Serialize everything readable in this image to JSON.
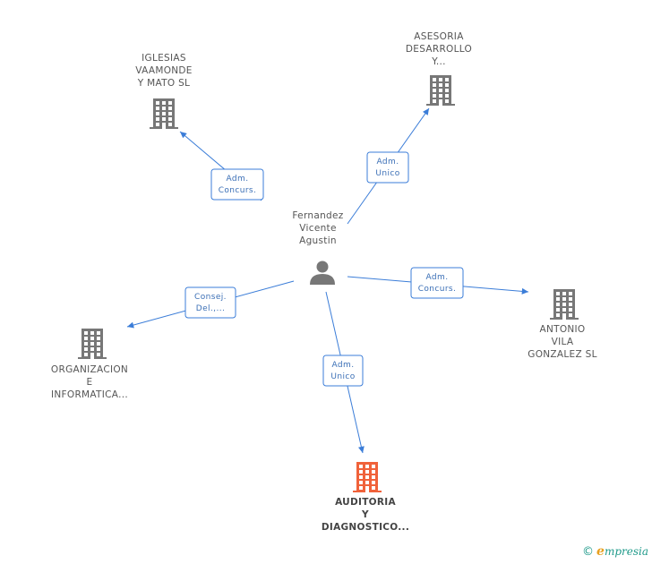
{
  "colors": {
    "edge": "#3b7dd8",
    "company_icon": "#777777",
    "highlight_icon": "#f0623a",
    "person_icon": "#777777"
  },
  "person": {
    "id": "fernandez",
    "icon": "person-icon",
    "label": [
      "Fernandez",
      "Vicente",
      "Agustin"
    ]
  },
  "companies": [
    {
      "id": "iglesias",
      "icon": "building-icon",
      "label": [
        "IGLESIAS",
        "VAAMONDE",
        "Y MATO SL"
      ],
      "highlight": false
    },
    {
      "id": "asesoria",
      "icon": "building-icon",
      "label": [
        "ASESORIA",
        "DESARROLLO",
        "Y..."
      ],
      "highlight": false
    },
    {
      "id": "antonio",
      "icon": "building-icon",
      "label": [
        "ANTONIO",
        "VILA",
        "GONZALEZ SL"
      ],
      "highlight": false
    },
    {
      "id": "organizacion",
      "icon": "building-icon",
      "label": [
        "ORGANIZACION",
        "E",
        "INFORMATICA..."
      ],
      "highlight": false
    },
    {
      "id": "auditoria",
      "icon": "building-icon",
      "label": [
        "AUDITORIA",
        "Y",
        "DIAGNOSTICO..."
      ],
      "highlight": true
    }
  ],
  "edges": [
    {
      "to": "iglesias",
      "label": [
        "Adm.",
        "Concurs."
      ]
    },
    {
      "to": "asesoria",
      "label": [
        "Adm.",
        "Unico"
      ]
    },
    {
      "to": "antonio",
      "label": [
        "Adm.",
        "Concurs."
      ]
    },
    {
      "to": "organizacion",
      "label": [
        "Consej.",
        "Del.,..."
      ]
    },
    {
      "to": "auditoria",
      "label": [
        "Adm.",
        "Unico"
      ]
    }
  ],
  "watermark": {
    "copyright": "©",
    "brand_first": "e",
    "brand_rest": "mpresia"
  }
}
